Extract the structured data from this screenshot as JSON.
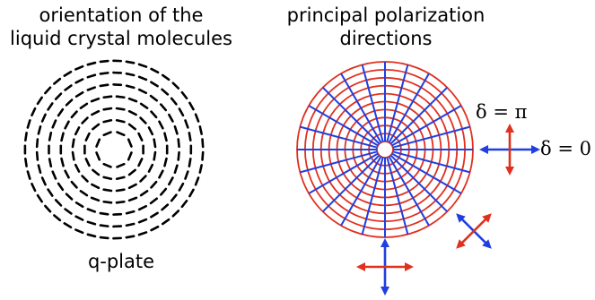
{
  "panels": {
    "left": {
      "title": "orientation of the\nliquid crystal molecules",
      "caption": "q-plate"
    },
    "right": {
      "title": "principal polarization\ndirections"
    }
  },
  "annotations": {
    "delta_pi": "δ = π",
    "delta_zero": "δ = 0"
  },
  "colors": {
    "molecules": "#000000",
    "radial_lines": "#1f3fe0",
    "circles": "#e0301e",
    "arrow_blue": "#1f3fe0",
    "arrow_red": "#e0301e"
  },
  "diagram": {
    "molecule_rings": 7,
    "polarization_circles": 10,
    "radial_directions": 24
  }
}
